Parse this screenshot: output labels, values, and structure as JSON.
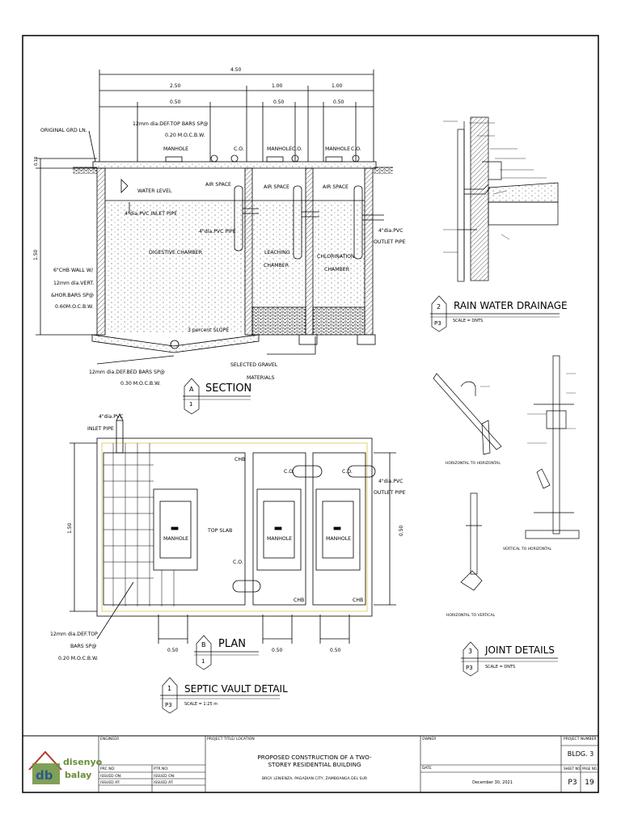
{
  "section": {
    "dims": {
      "overall": "4.50",
      "left_top": "2.50",
      "mid_top": "1.00",
      "right_top": "1.00",
      "left_inner": "0.50",
      "mid_inner": "0.50",
      "right_inner": "0.50",
      "height": "1.50",
      "small": "0.10"
    },
    "labels": {
      "orig_grd": "ORIGINAL GRD LN.",
      "top_bars_1": "12mm dia.DEF.TOP BARS SP@",
      "top_bars_2": "0.20 M.O.C.B.W.",
      "manhole_1": "MANHOLE",
      "manhole_2": "MANHOLE",
      "manhole_3": "MANHOLE",
      "co_1": "C.O.",
      "co_2": "C.O.",
      "co_3": "C.O.",
      "water_level": "WATER LEVEL",
      "air_space_1": "AIR SPACE",
      "air_space_2": "AIR SPACE",
      "air_space_3": "AIR SPACE",
      "inlet_pipe": "4\"dia.PVC INLET PIPE",
      "pvc_pipe": "4\"dia.PVC PIPE",
      "outlet_1": "4\"dia.PVC",
      "outlet_2": "OUTLET PIPE",
      "digestive": "DIGESTIVE CHAMBER",
      "leaching_1": "LEACHING",
      "leaching_2": "CHAMBER",
      "chlor_1": "CHLORINATION",
      "chlor_2": "CHAMBER",
      "chb_1": "6\"CHB WALL W/",
      "chb_2": "12mm dia.VERT.",
      "chb_3": "&HOR.BARS SP@",
      "chb_4": "0.60M.O.C.B.W.",
      "slope": "3 percent SLOPE",
      "bed_bars_1": "12mm dia.DEF.BED BARS SP@",
      "bed_bars_2": "0.30 M.O.C.B.W.",
      "gravel_1": "SELECTED GRAVEL",
      "gravel_2": "MATERIALS"
    },
    "title": "SECTION",
    "tag_letter": "A",
    "tag_num": "1"
  },
  "plan": {
    "labels": {
      "inlet_1": "4\"dia.PVC",
      "inlet_2": "INLET PIPE",
      "chb_1": "CHB",
      "chb_2": "CHB",
      "chb_3": "CHB",
      "co_1": "C.O.",
      "co_2": "C.O.",
      "co_3": "C.O.",
      "outlet_1": "4\"dia.PVC",
      "outlet_2": "OUTLET PIPE",
      "manhole_1": "MANHOLE",
      "manhole_2": "MANHOLE",
      "manhole_3": "MANHOLE",
      "top_slab": "TOP SLAB",
      "top_bars_1": "12mm dia.DEF.TOP",
      "top_bars_2": "BARS SP@",
      "top_bars_3": "0.20 M.O.C.B.W."
    },
    "dims": {
      "height": "1.50",
      "right_height": "0.50",
      "bottom_1": "0.50",
      "bottom_2": "0.50",
      "bottom_3": "0.50"
    },
    "title": "PLAN",
    "tag_letter": "B",
    "tag_num": "1"
  },
  "septic": {
    "num": "1",
    "sheet": "P3",
    "title": "SEPTIC VAULT DETAIL",
    "scale": "SCALE = 1:25 m"
  },
  "rain": {
    "num": "2",
    "sheet": "P3",
    "title": "RAIN WATER DRAINAGE",
    "scale": "SCALE = DNTS"
  },
  "joint": {
    "num": "3",
    "sheet": "P3",
    "title": "JOINT DETAILS",
    "scale": "SCALE = DNTS",
    "labels": {
      "h2h": "HORIZONTAL TO HORIZONTAL",
      "v2h": "VERTICAL TO HORIZONTAL",
      "h2v": "HORIZONTAL TO VERTICAL"
    }
  },
  "title_block": {
    "logo_1": "disenyo",
    "logo_2": "balay",
    "engineer": "ENGINEER",
    "prc": "PRC NO:",
    "ptr": "PTR NO:",
    "issued_on_1": "ISSUED ON:",
    "issued_on_2": "ISSUED ON:",
    "issued_at_1": "ISSUED AT:",
    "issued_at_2": "ISSUED AT:",
    "project_label": "PROJECT TITLE/ LOCATION",
    "project_1": "PROPOSED CONSTRUCTION OF A TWO-",
    "project_2": "STOREY RESIDENTIAL BUILDING",
    "location": "BRGY. LENIENZA, PAGADIAN CITY, ZAMBOANGA DEL SUR",
    "owner": "OWNER",
    "date_label": "DATE",
    "date": "December 30, 2021",
    "project_number_label": "PROJECT NUMBER",
    "project_number": "BLDG. 3",
    "sheet_no_label": "SHEET NO.",
    "page_no_label": "PAGE NO.",
    "sheet_no": "P3",
    "page_no": "19",
    "colors": {
      "logo_green": "#6b8f3a",
      "logo_blue": "#2a5a8a",
      "logo_red": "#b33a2a"
    }
  }
}
